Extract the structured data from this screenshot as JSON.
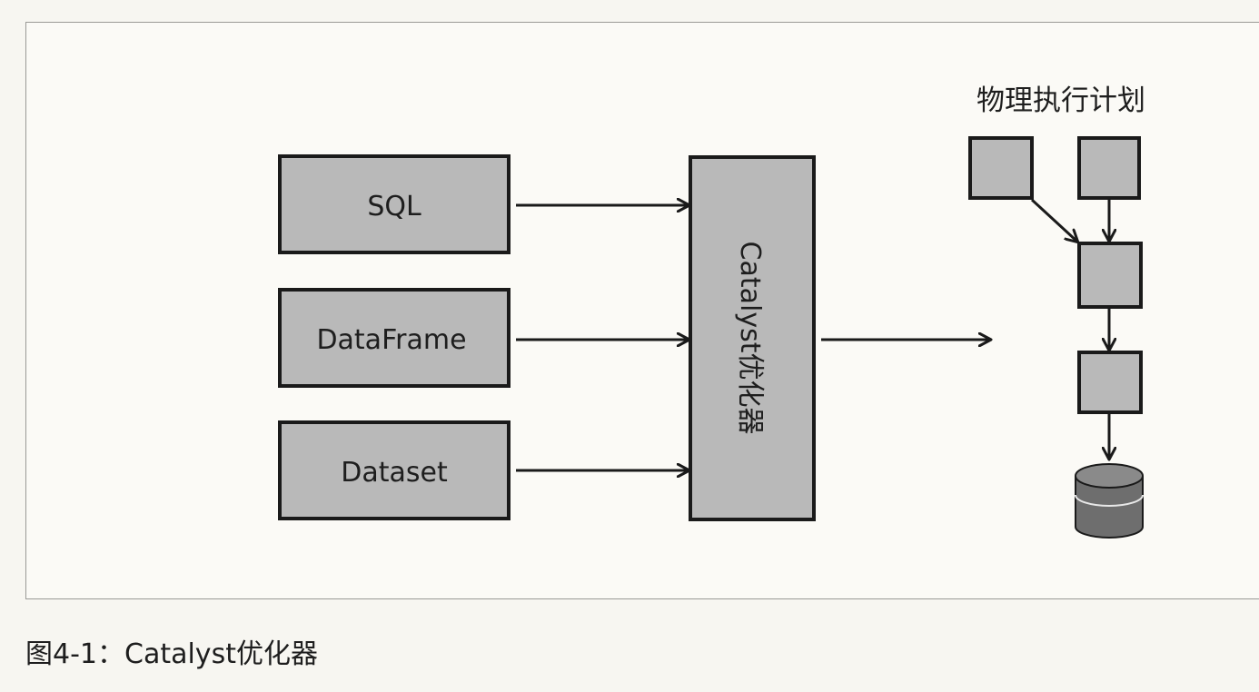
{
  "diagram": {
    "inputs": [
      "SQL",
      "DataFrame",
      "Dataset"
    ],
    "optimizer_label": "Catalyst优化器",
    "plan_title": "物理执行计划"
  },
  "caption": "图4-1：Catalyst优化器",
  "colors": {
    "box_fill": "#b9b9b9",
    "box_stroke": "#1a1a1a",
    "cylinder_fill": "#6e6e6e",
    "background": "#fbfaf6"
  }
}
